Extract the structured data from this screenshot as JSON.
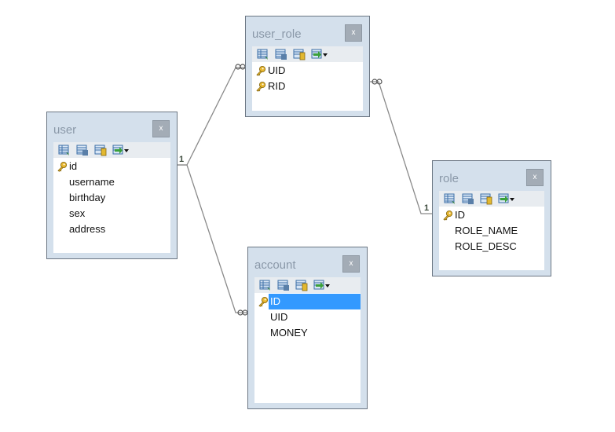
{
  "close_label": "x",
  "tables": [
    {
      "name": "user",
      "rows": [
        {
          "label": "id",
          "key": true
        },
        {
          "label": "username",
          "key": false
        },
        {
          "label": "birthday",
          "key": false
        },
        {
          "label": "sex",
          "key": false
        },
        {
          "label": "address",
          "key": false
        }
      ]
    },
    {
      "name": "user_role",
      "rows": [
        {
          "label": "UID",
          "key": true
        },
        {
          "label": "RID",
          "key": true
        }
      ]
    },
    {
      "name": "account",
      "rows": [
        {
          "label": "ID",
          "key": true,
          "selected": true
        },
        {
          "label": "UID",
          "key": false
        },
        {
          "label": "MONEY",
          "key": false
        }
      ]
    },
    {
      "name": "role",
      "rows": [
        {
          "label": "ID",
          "key": true
        },
        {
          "label": "ROLE_NAME",
          "key": false
        },
        {
          "label": "ROLE_DESC",
          "key": false
        }
      ]
    }
  ],
  "relationships": [
    {
      "from": "user",
      "to": "user_role",
      "from_label": "1",
      "to_label": "∞"
    },
    {
      "from": "user",
      "to": "account",
      "from_label": "1",
      "to_label": "∞"
    },
    {
      "from": "role",
      "to": "user_role",
      "from_label": "1",
      "to_label": "∞"
    }
  ],
  "colors": {
    "line": "#8a8a8a",
    "selection": "#3399ff",
    "frame": "#d4e0ec",
    "key": "#d4a020"
  }
}
